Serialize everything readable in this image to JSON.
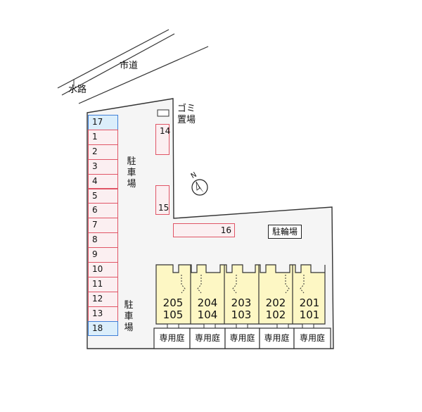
{
  "labels": {
    "road": "市道",
    "waterway": "水路",
    "garbage_1": "ゴミ",
    "garbage_2": "置場",
    "parking_upper": [
      "駐",
      "車",
      "場"
    ],
    "parking_lower": [
      "駐",
      "車",
      "場"
    ],
    "bicycle": "駐輪場",
    "compass_n": "N"
  },
  "parking_column": [
    {
      "label": "17",
      "color": "blue"
    },
    {
      "label": "1"
    },
    {
      "label": "2"
    },
    {
      "label": "3"
    },
    {
      "label": "4"
    },
    {
      "label": "5"
    },
    {
      "label": "6"
    },
    {
      "label": "7"
    },
    {
      "label": "8"
    },
    {
      "label": "9"
    },
    {
      "label": "10"
    },
    {
      "label": "11"
    },
    {
      "label": "12"
    },
    {
      "label": "13"
    },
    {
      "label": "18",
      "color": "blue"
    }
  ],
  "parking_extra": {
    "p14": "14",
    "p15": "15",
    "p16": "16"
  },
  "units": [
    {
      "upper": "205",
      "lower": "105"
    },
    {
      "upper": "204",
      "lower": "104"
    },
    {
      "upper": "203",
      "lower": "103"
    },
    {
      "upper": "202",
      "lower": "102"
    },
    {
      "upper": "201",
      "lower": "101"
    }
  ],
  "garden_label": "専用庭",
  "colors": {
    "slot_red": "#e05566",
    "slot_blue": "#3f7fd8",
    "building_fill": "#fdf7c4",
    "lot_fill": "#f5f5f5"
  }
}
